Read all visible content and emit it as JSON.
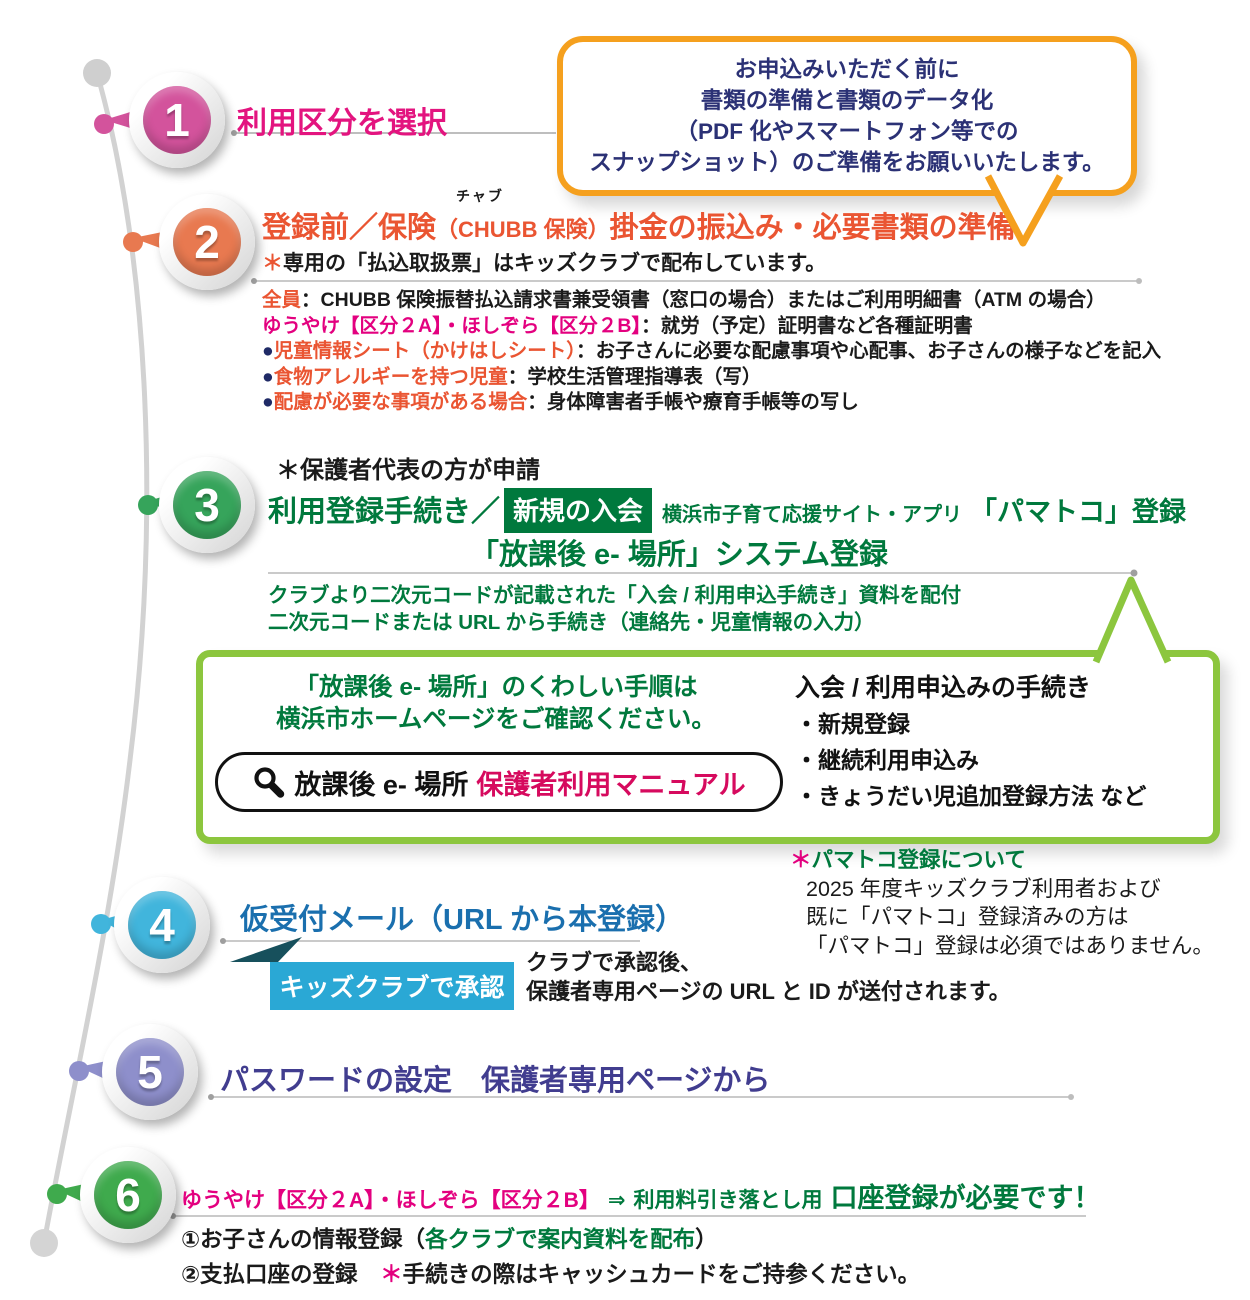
{
  "colors": {
    "step1_circle": "#D3539C",
    "step2_circle": "#E87950",
    "step3_circle": "#36A45B",
    "step4_circle": "#41B5DC",
    "step5_circle": "#8E8FCB",
    "step6_circle": "#3FAA4D",
    "orange_callout_border": "#F5A01E",
    "green_box_border": "#8CC63E",
    "cyan_badge": "#2AA8D5",
    "pink_text": "#E3147F",
    "red_text": "#EA5532",
    "green_text": "#00793D",
    "blue_text": "#1A6FAE",
    "purple_text": "#413D8F",
    "navy_text": "#2B3175"
  },
  "step1": {
    "num": "1",
    "title": "利用区分を選択"
  },
  "callout_prepare": {
    "line1": "お申込みいただく前に",
    "line2": "書類の準備と書類のデータ化",
    "line3": "（PDF 化やスマートフォン等での",
    "line4": "スナップショット）のご準備をお願いいたします。"
  },
  "step2": {
    "num": "2",
    "furigana": "チャブ",
    "title_a": "登録前／保険",
    "title_b": "（CHUBB 保険）",
    "title_c": "掛金の振込み・必要書類の準備",
    "note_star": "＊",
    "note": "専用の「払込取扱票」はキッズクラブで配布しています。",
    "bullet": "●",
    "item1_label": "全員",
    "item1_sep": "：",
    "item1_text": "CHUBB 保険振替払込請求書兼受領書（窓口の場合）またはご利用明細書（ATM の場合）",
    "item2_label": "ゆうやけ【区分２A】・ほしぞら【区分２B】",
    "item2_sep": "：",
    "item2_text": "就労（予定）証明書など各種証明書",
    "item3_label": "児童情報シート（かけはしシート）",
    "item3_sep": "：",
    "item3_text": "お子さんに必要な配慮事項や心配事、お子さんの様子などを記入",
    "item4_label": "食物アレルギーを持つ児童",
    "item4_sep": "：",
    "item4_text": "学校生活管理指導表（写）",
    "item5_label": "配慮が必要な事項がある場合",
    "item5_sep": "：",
    "item5_text": "身体障害者手帳や療育手帳等の写し"
  },
  "step3": {
    "num": "3",
    "pre_note": "＊保護者代表の方が申請",
    "title_a": "利用登録手続き／",
    "badge": "新規の入会",
    "title_b": "横浜市子育て応援サイト・アプリ",
    "title_c": "「パマトコ」登録",
    "title_line2": "「放課後 e- 場所」システム登録",
    "body1": "クラブより二次元コードが記載された「入会 / 利用申込手続き」資料を配付",
    "body2": "二次元コードまたは URL から手続き（連絡先・児童情報の入力）"
  },
  "ebasho_box": {
    "left1": "「放課後 e- 場所」のくわしい手順は",
    "left2": "横浜市ホームページをご確認ください。",
    "search_black": "放課後 e- 場所",
    "search_red": "保護者利用マニュアル",
    "right_title": "入会 / 利用申込みの手続き",
    "right_items": [
      "・新規登録",
      "・継続利用申込み",
      "・きょうだい児追加登録方法 など"
    ]
  },
  "pamatoko_note": {
    "star": "＊",
    "title": "パマトコ登録について",
    "line1": "2025 年度キッズクラブ利用者および",
    "line2": "既に「パマトコ」登録済みの方は",
    "line3": "「パマトコ」登録は必須ではありません。"
  },
  "step4": {
    "num": "4",
    "title": "仮受付メール（URL から本登録）",
    "badge": "キッズクラブで承認",
    "desc1": "クラブで承認後、",
    "desc2": "保護者専用ページの URL と ID が送付されます。"
  },
  "step5": {
    "num": "5",
    "title": "パスワードの設定　保護者専用ページから"
  },
  "step6": {
    "num": "6",
    "title_pink": "ゆうやけ【区分２A】・ほしぞら【区分２B】",
    "arrow": "⇒",
    "title_green_a": "利用料引き落とし用",
    "title_green_b": "口座登録が必要です！",
    "line1_a": "①お子さんの情報登録（",
    "line1_b": "各クラブで案内資料を配布",
    "line1_c": "）",
    "line2_a": "②支払口座の登録　",
    "line2_star": "＊",
    "line2_b": "手続きの際はキャッシュカードをご持参ください。"
  }
}
